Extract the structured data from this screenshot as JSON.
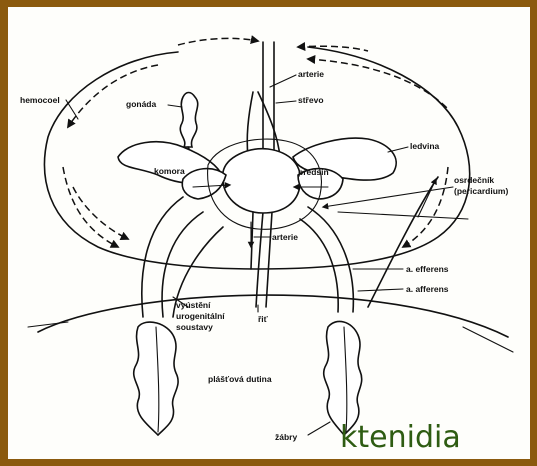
{
  "labels": {
    "hemocoel": "hemocoel",
    "gonada": "gonáda",
    "arterie_top": "arterie",
    "stravo": "střevo",
    "ledvina": "ledvina",
    "komora": "komora",
    "predsin": "předsíň",
    "osrdecnik": "osrdečník",
    "pericardium": "(pericardium)",
    "arterie_mid": "arterie",
    "a_efferens": "a. efferens",
    "a_afferens": "a. afferens",
    "vyusteni_1": "vyústění",
    "vyusteni_2": "urogenitální",
    "vyusteni_3": "soustavy",
    "rit": "řiť",
    "plastova_dutina": "plášťová dutina",
    "zabry": "žábry",
    "ktenidia": "ktenidia"
  },
  "colors": {
    "frame": "#8b5a0e",
    "sheet": "#fefefb",
    "caption": "#2e5c12",
    "ink": "#111111"
  }
}
